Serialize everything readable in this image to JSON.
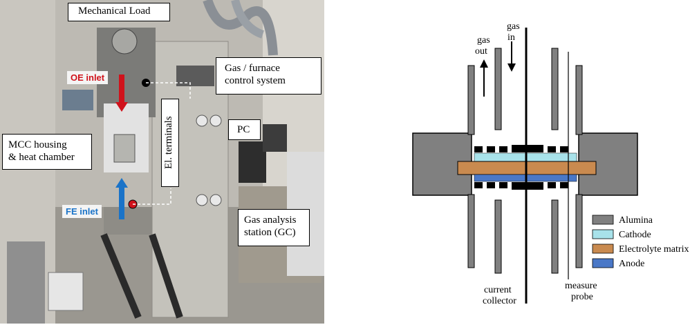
{
  "photo": {
    "labels": {
      "mechanical_load": "Mechanical Load",
      "oe_inlet": "OE inlet",
      "gas_furnace_line1": "Gas / furnace",
      "gas_furnace_line2": "control system",
      "mcc_line1": "MCC housing",
      "mcc_line2": "& heat chamber",
      "el_terminals": "El. terminals",
      "pc": "PC",
      "fe_inlet": "FE inlet",
      "gas_analysis_line1": "Gas analysis",
      "gas_analysis_line2": "station (GC)"
    },
    "colors": {
      "oe_arrow": "#d0121b",
      "fe_arrow": "#1a73c8"
    }
  },
  "diagram": {
    "labels": {
      "gas_out_1": "gas",
      "gas_out_2": "out",
      "gas_in_1": "gas",
      "gas_in_2": "in",
      "current_collector_1": "current",
      "current_collector_2": "collector",
      "measure_probe_1": "measure",
      "measure_probe_2": "probe"
    },
    "legend": [
      {
        "label": "Alumina",
        "color": "#808080"
      },
      {
        "label": "Cathode",
        "color": "#a8e2ea"
      },
      {
        "label": "Electrolyte matrix",
        "color": "#c98a4f"
      },
      {
        "label": "Anode",
        "color": "#4a78c7"
      }
    ]
  }
}
